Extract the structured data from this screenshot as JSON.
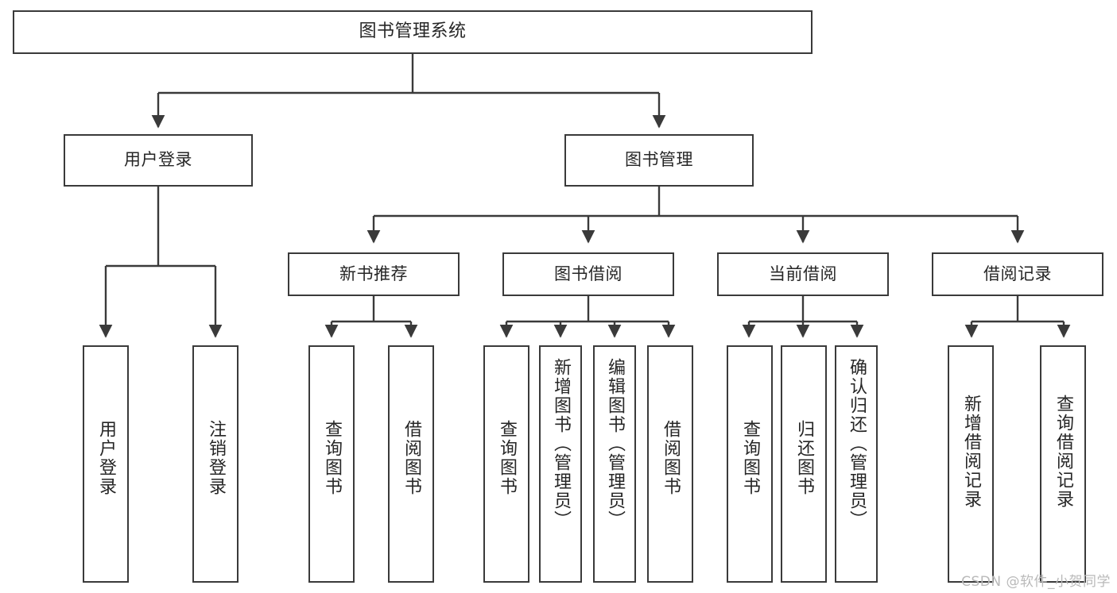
{
  "diagram": {
    "type": "tree",
    "title": "图书管理系统",
    "watermark": "CSDN @软件_小贺同学",
    "colors": {
      "box_border": "#3a3a3a",
      "box_fill": "#ffffff",
      "edge": "#3a3a3a",
      "text": "#262626",
      "watermark": "#b9b9b9",
      "background": "#ffffff"
    },
    "levels": {
      "level1": [
        "图书管理系统"
      ],
      "level2": [
        "用户登录",
        "图书管理"
      ],
      "level3": [
        "新书推荐",
        "图书借阅",
        "当前借阅",
        "借阅记录"
      ],
      "level4": [
        "用户登录",
        "注销登录",
        "查询图书",
        "借阅图书",
        "查询图书",
        "新增图书（管理员）",
        "编辑图书（管理员）",
        "借阅图书",
        "查询图书",
        "归还图书",
        "确认归还（管理员）",
        "新增借阅记录",
        "查询借阅记录"
      ]
    },
    "nodes": {
      "root": {
        "label": "图书管理系统"
      },
      "user_login": {
        "label": "用户登录"
      },
      "book_manage": {
        "label": "图书管理"
      },
      "new_book_rec": {
        "label": "新书推荐"
      },
      "book_borrow": {
        "label": "图书借阅"
      },
      "current_borrow": {
        "label": "当前借阅"
      },
      "borrow_record": {
        "label": "借阅记录"
      },
      "leaf_user_login": {
        "label": "用户登录"
      },
      "leaf_logout": {
        "label": "注销登录"
      },
      "leaf_query_book_a": {
        "label": "查询图书"
      },
      "leaf_borrow_book_a": {
        "label": "借阅图书"
      },
      "leaf_query_book_b": {
        "label": "查询图书"
      },
      "leaf_add_book": {
        "label": "新增图书（管理员）"
      },
      "leaf_edit_book": {
        "label": "编辑图书（管理员）"
      },
      "leaf_borrow_book_b": {
        "label": "借阅图书"
      },
      "leaf_query_book_c": {
        "label": "查询图书"
      },
      "leaf_return_book": {
        "label": "归还图书"
      },
      "leaf_confirm_return": {
        "label": "确认归还（管理员）"
      },
      "leaf_add_record": {
        "label": "新增借阅记录"
      },
      "leaf_query_record": {
        "label": "查询借阅记录"
      }
    },
    "edges": [
      {
        "from": "图书管理系统",
        "to": "用户登录"
      },
      {
        "from": "图书管理系统",
        "to": "图书管理"
      },
      {
        "from": "用户登录",
        "to": "用户登录"
      },
      {
        "from": "用户登录",
        "to": "注销登录"
      },
      {
        "from": "图书管理",
        "to": "新书推荐"
      },
      {
        "from": "图书管理",
        "to": "图书借阅"
      },
      {
        "from": "图书管理",
        "to": "当前借阅"
      },
      {
        "from": "图书管理",
        "to": "借阅记录"
      },
      {
        "from": "新书推荐",
        "to": "查询图书"
      },
      {
        "from": "新书推荐",
        "to": "借阅图书"
      },
      {
        "from": "图书借阅",
        "to": "查询图书"
      },
      {
        "from": "图书借阅",
        "to": "新增图书（管理员）"
      },
      {
        "from": "图书借阅",
        "to": "编辑图书（管理员）"
      },
      {
        "from": "图书借阅",
        "to": "借阅图书"
      },
      {
        "from": "当前借阅",
        "to": "查询图书"
      },
      {
        "from": "当前借阅",
        "to": "归还图书"
      },
      {
        "from": "当前借阅",
        "to": "确认归还（管理员）"
      },
      {
        "from": "借阅记录",
        "to": "新增借阅记录"
      },
      {
        "from": "借阅记录",
        "to": "查询借阅记录"
      }
    ]
  }
}
